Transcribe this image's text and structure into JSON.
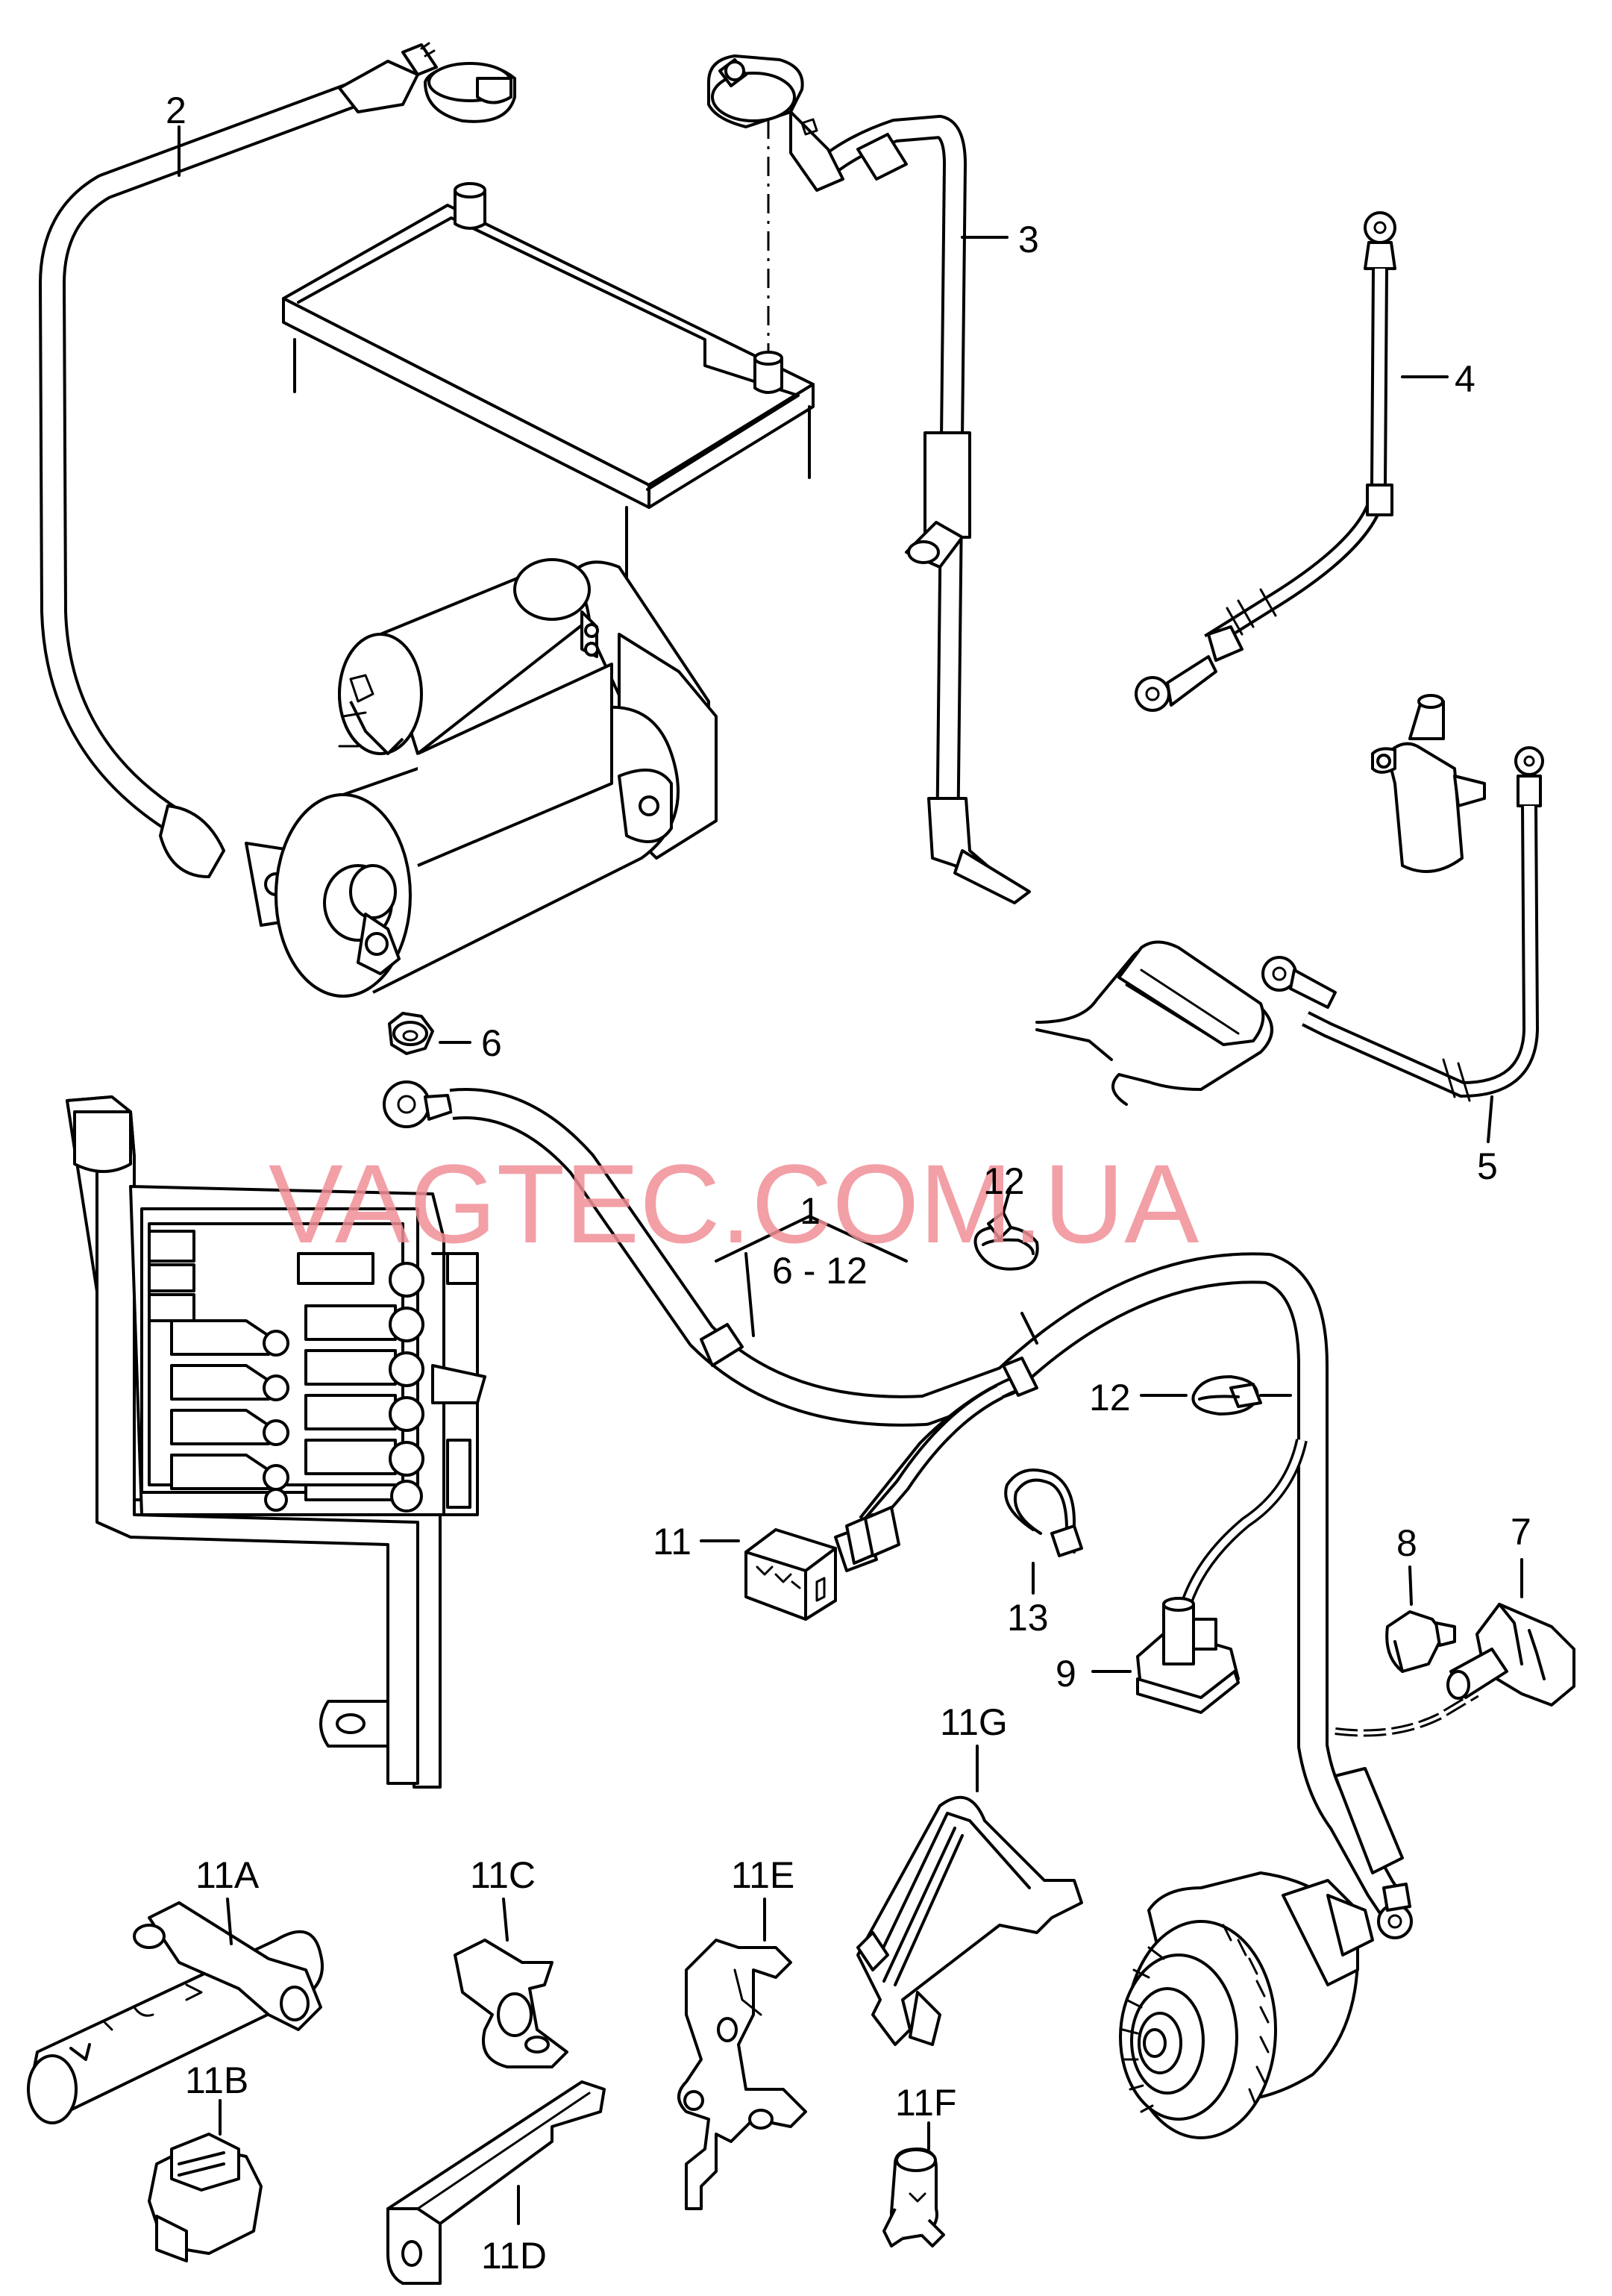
{
  "watermark": "VAGTEC.COM.UA",
  "callouts": {
    "c2": "2",
    "c3": "3",
    "c4": "4",
    "c5": "5",
    "c6": "6",
    "c7": "7",
    "c8": "8",
    "c9": "9",
    "c11": "11",
    "c12a": "12",
    "c12b": "12",
    "c13": "13",
    "c1": "1",
    "c6to12": "6 - 12",
    "c11A": "11A",
    "c11B": "11B",
    "c11C": "11C",
    "c11D": "11D",
    "c11E": "11E",
    "c11F": "11F",
    "c11G": "11G"
  }
}
